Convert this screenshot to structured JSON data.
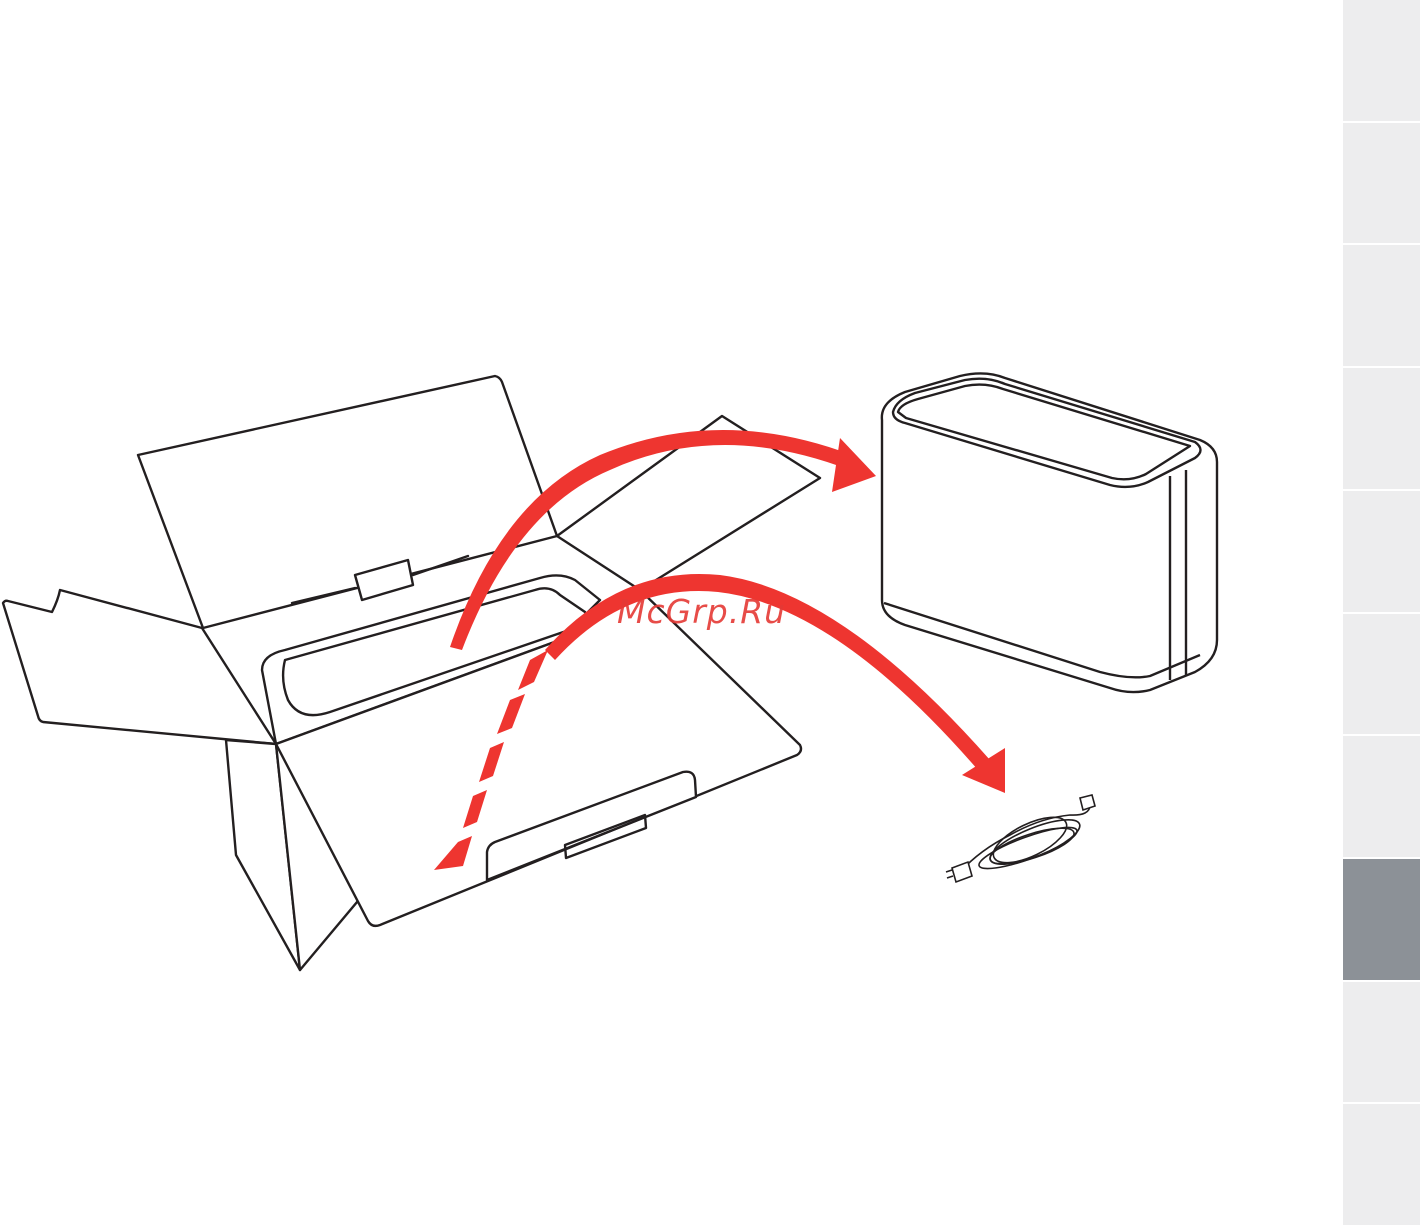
{
  "watermark": {
    "text": "McGrp.Ru"
  },
  "side_tabs": {
    "count": 10,
    "active_index": 7
  },
  "colors": {
    "arrow": "#ee3530",
    "line": "#231f20",
    "tab": "#ededee",
    "tab_active": "#8c9197"
  },
  "icons": [
    "open-box-icon",
    "speaker-icon",
    "power-cord-icon",
    "red-arrow-icon"
  ]
}
